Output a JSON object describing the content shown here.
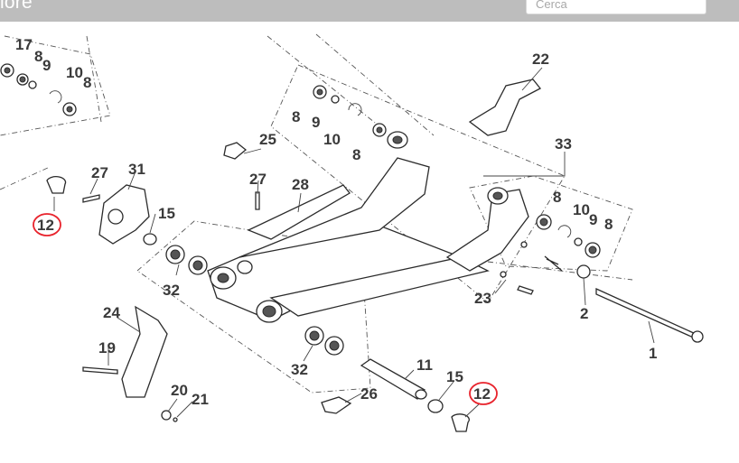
{
  "header": {
    "title": "iore",
    "search_placeholder": "Cerca"
  },
  "diagram": {
    "labels": {
      "l17": "17",
      "l8a": "8",
      "l9a": "9",
      "l10a": "10",
      "l8b": "8",
      "l12a": "12",
      "l27a": "27",
      "l31": "31",
      "l15a": "15",
      "l32a": "32",
      "l8c": "8",
      "l9b": "9",
      "l10b": "10",
      "l8d": "8",
      "l25": "25",
      "l27b": "27",
      "l28": "28",
      "l22": "22",
      "l33": "33",
      "l8e": "8",
      "l10c": "10",
      "l9c": "9",
      "l8f": "8",
      "l23": "23",
      "l2": "2",
      "l1": "1",
      "l24": "24",
      "l19": "19",
      "l20": "20",
      "l21": "21",
      "l32b": "32",
      "l11": "11",
      "l15b": "15",
      "l12b": "12",
      "l26": "26"
    },
    "highlighted_parts": [
      "12"
    ],
    "highlight_color": "#e8232c"
  }
}
